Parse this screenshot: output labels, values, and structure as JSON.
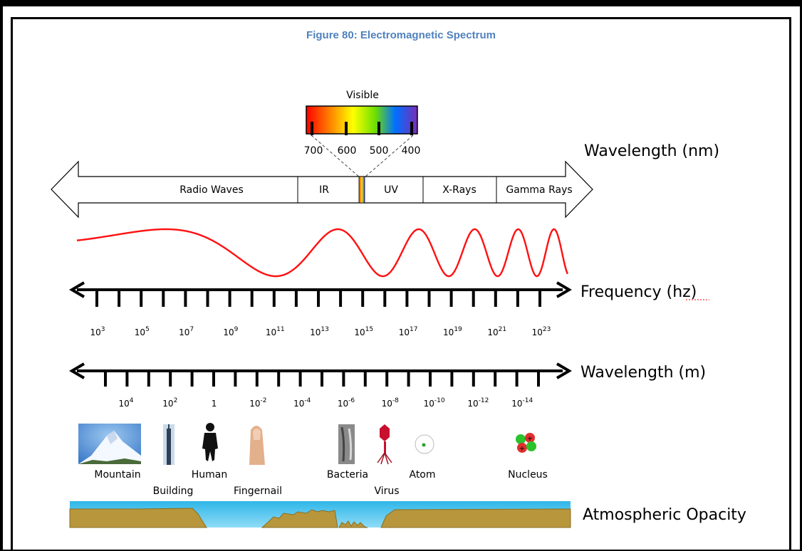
{
  "figure_title": "Figure 80: Electromagnetic Spectrum",
  "visible": {
    "label": "Visible",
    "ticks": [
      "700",
      "600",
      "500",
      "400"
    ]
  },
  "wavelength_nm_label": "Wavelength (nm)",
  "bands": [
    "Radio Waves",
    "IR",
    "UV",
    "X-Rays",
    "Gamma Rays"
  ],
  "frequency": {
    "label": "Frequency (hz)",
    "base": "10",
    "exponents": [
      "3",
      "5",
      "7",
      "9",
      "11",
      "13",
      "15",
      "17",
      "19",
      "21",
      "23"
    ]
  },
  "wavelength_m": {
    "label": "Wavelength (m)",
    "values": [
      {
        "base": "10",
        "exp": "4"
      },
      {
        "base": "10",
        "exp": "2"
      },
      {
        "base": "1",
        "exp": ""
      },
      {
        "base": "10",
        "exp": "-2"
      },
      {
        "base": "10",
        "exp": "-4"
      },
      {
        "base": "10",
        "exp": "-6"
      },
      {
        "base": "10",
        "exp": "-8"
      },
      {
        "base": "10",
        "exp": "-10"
      },
      {
        "base": "10",
        "exp": "-12"
      },
      {
        "base": "10",
        "exp": "-14"
      }
    ]
  },
  "objects": {
    "mountain": "Mountain",
    "building": "Building",
    "human": "Human",
    "fingernail": "Fingernail",
    "bacteria": "Bacteria",
    "virus": "Virus",
    "atom": "Atom",
    "nucleus": "Nucleus"
  },
  "atmospheric_opacity_label": "Atmospheric Opacity",
  "colors": {
    "title": "#4f81bd",
    "wave": "#ff0000",
    "sky": "#5bc8ee",
    "ground": "#b8963c"
  }
}
